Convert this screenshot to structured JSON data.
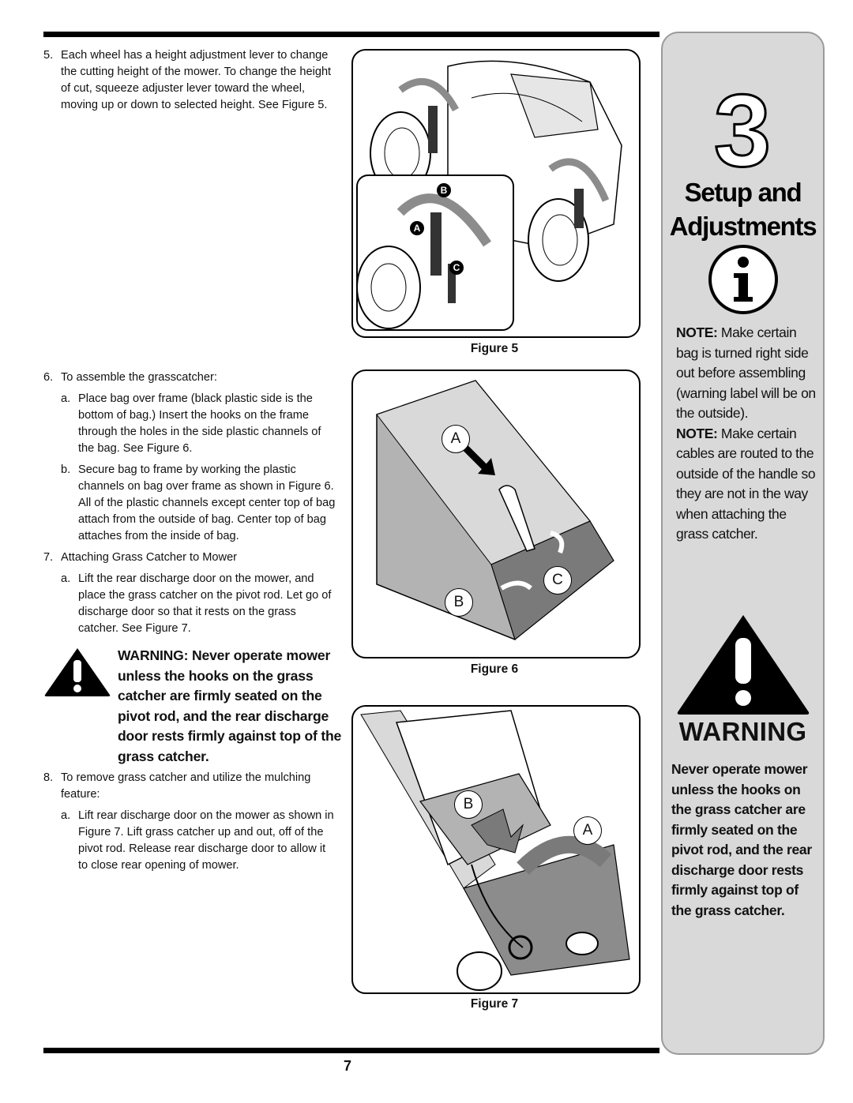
{
  "steps": {
    "s5": {
      "num": "5.",
      "text": "Each wheel has a height adjustment lever to change the cutting height of the mower. To change the height of cut, squeeze adjuster lever toward the wheel, moving up or down to selected height. See Figure 5."
    },
    "s6": {
      "num": "6.",
      "text": "To assemble the grasscatcher:"
    },
    "s6a": {
      "num": "a.",
      "text": "Place bag over frame (black plastic side is the bottom of bag.) Insert the hooks on the frame through the holes in the side plastic channels of the bag. See Figure 6."
    },
    "s6b": {
      "num": "b.",
      "text": "Secure bag to frame by working the plastic channels on bag over frame as shown in Figure 6. All of the plastic channels except center top of bag attach from the outside of bag. Center top of bag attaches from the inside of bag."
    },
    "s7": {
      "num": "7.",
      "text": "Attaching Grass Catcher to Mower"
    },
    "s7a": {
      "num": "a.",
      "text": "Lift the rear discharge door on the mower, and place the grass catcher on the pivot rod.  Let go of discharge door so that it rests on the grass catcher.  See Figure 7."
    },
    "warning_inline": "WARNING: Never operate mower unless the hooks on the grass catcher are firmly seated on the pivot rod, and the rear discharge door rests firmly against top of the grass catcher.",
    "s8": {
      "num": "8.",
      "text": "To remove grass catcher and utilize the mulching feature:"
    },
    "s8a": {
      "num": "a.",
      "text": "Lift rear discharge door on the mower as shown in Figure 7. Lift grass catcher up and out, off of the pivot rod.  Release rear discharge door to allow it to close rear opening of mower."
    }
  },
  "figures": {
    "fig5": {
      "caption": "Figure 5",
      "labels": {
        "a": "A",
        "b": "B",
        "c": "C"
      }
    },
    "fig6": {
      "caption": "Figure 6",
      "labels": {
        "a": "A",
        "b": "B",
        "c": "C"
      }
    },
    "fig7": {
      "caption": "Figure 7",
      "labels": {
        "a": "A",
        "b": "B"
      }
    }
  },
  "sidebar": {
    "section_number": "3",
    "title_line1": "Setup and",
    "title_line2": "Adjustments",
    "info_icon": "info-icon",
    "note1_label": "NOTE:",
    "note1_text": " Make certain bag is turned right side out before assembling (warning label will be on the outside).",
    "note2_label": "NOTE:",
    "note2_text": " Make certain cables are routed to the outside of the handle so they are not in the way when attaching the grass catcher.",
    "warning_icon": "warning-triangle-icon",
    "warning_title": "WARNING",
    "warning_text": "Never operate mower unless the hooks on the grass catcher are firmly seated on the pivot rod, and the rear discharge door rests firmly against top of the grass catcher."
  },
  "page_number": "7",
  "colors": {
    "sidebar_bg": "#d9d9d9",
    "figure_gray": "#b3b3b3",
    "text": "#111111"
  }
}
